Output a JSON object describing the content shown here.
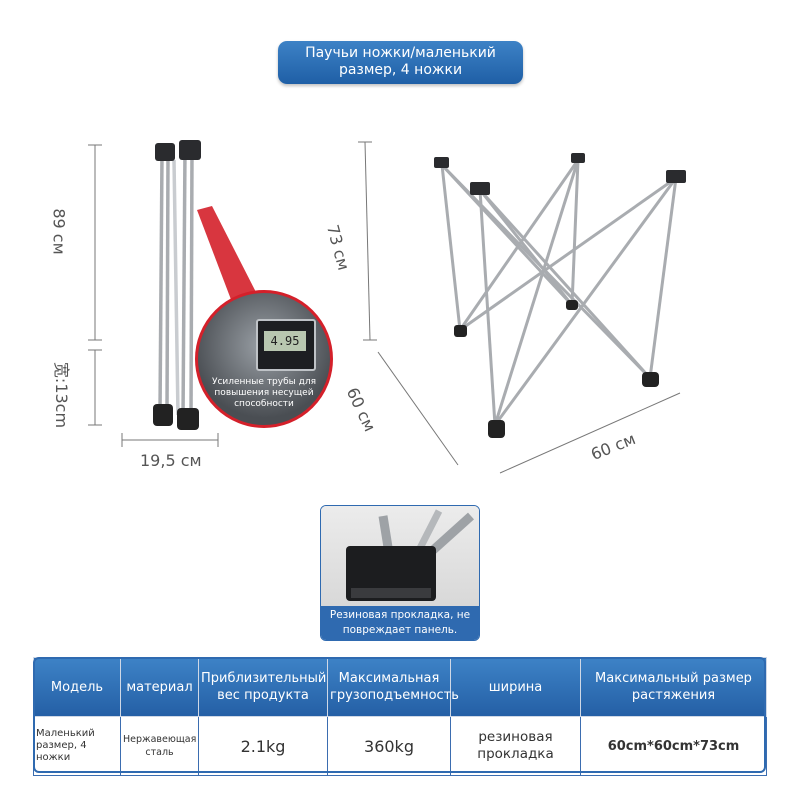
{
  "title": "Паучьи ножки/маленький размер, 4 ножки",
  "dimensions": {
    "height_folded": "89 см",
    "width_folded": "宽:13cm",
    "depth_folded": "19,5 см",
    "height_open": "73 см",
    "side_a": "60 см",
    "side_b": "60 см"
  },
  "callout": {
    "text": "Усиленные трубы для повышения несущей способности",
    "caliper_reading": "4.95"
  },
  "detail": {
    "caption": "Резиновая прокладка, не повреждает панель."
  },
  "table": {
    "headers": [
      "Модель",
      "материал",
      "Приблизительный вес продукта",
      "Максимальная грузоподъемность",
      "ширина",
      "Максимальный размер растяжения"
    ],
    "row": [
      "Маленький размер, 4 ножки",
      "Нержавеющая сталь",
      "2.1kg",
      "360kg",
      "резиновая прокладка",
      "60cm*60cm*73cm"
    ]
  },
  "colors": {
    "accent": "#2f6ab0",
    "callout_border": "#d4202a"
  }
}
